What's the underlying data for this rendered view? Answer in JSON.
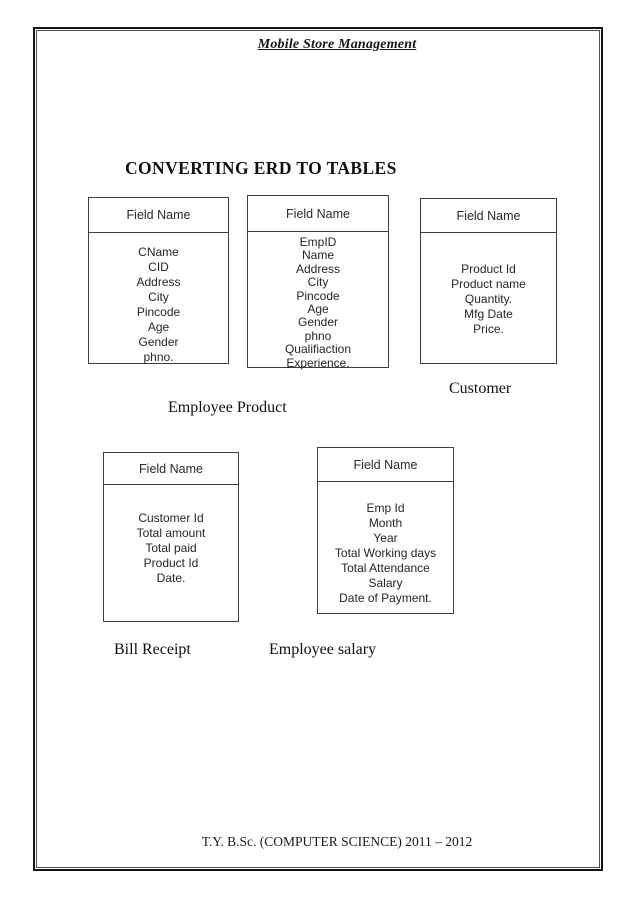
{
  "page": {
    "header": "Mobile Store Management",
    "title": "CONVERTING ERD TO TABLES",
    "footer": "T.Y. B.Sc. (COMPUTER SCIENCE) 2011 – 2012"
  },
  "tables": [
    {
      "name": "customer",
      "header": "Field Name",
      "fields": [
        "CName",
        "CID",
        "Address",
        "City",
        "Pincode",
        "Age",
        "Gender",
        "phno."
      ]
    },
    {
      "name": "employee",
      "header": "Field Name",
      "fields": [
        "EmpID",
        "Name",
        "Address",
        "City",
        "Pincode",
        "Age",
        "Gender",
        "phno",
        "Qualifiaction",
        "Experience."
      ]
    },
    {
      "name": "product",
      "header": "Field Name",
      "fields": [
        "Product Id",
        "Product name",
        "Quantity.",
        "Mfg Date",
        "Price."
      ]
    },
    {
      "name": "bill-receipt",
      "header": "Field Name",
      "fields": [
        "Customer Id",
        "Total amount",
        "Total paid",
        "Product Id",
        "Date."
      ]
    },
    {
      "name": "employee-salary",
      "header": "Field Name",
      "fields": [
        "Emp Id",
        "Month",
        "Year",
        "Total Working days",
        "Total Attendance",
        "Salary",
        "Date of Payment."
      ]
    }
  ],
  "captions": {
    "customer": "Customer",
    "employee_product": "Employee Product",
    "bill_receipt": "Bill Receipt",
    "employee_salary": "Employee salary"
  }
}
